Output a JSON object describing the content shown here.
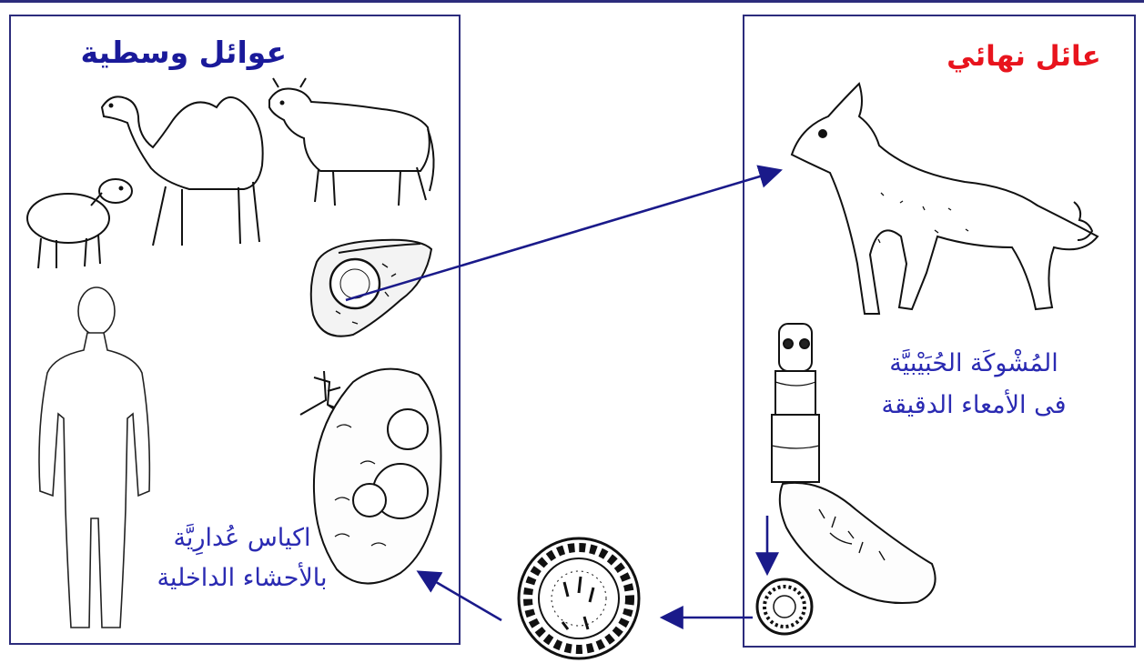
{
  "intermediate_hosts": {
    "title": "عوائل وسطية"
  },
  "definitive_host": {
    "title": "عائل نهائي"
  },
  "adult_worm": {
    "line1": "المُشْوكَة الحُبَيْبيَّة",
    "line2": "فى الأمعاء الدقيقة"
  },
  "hydatid_cyst": {
    "line1": "اكياس عُدارِيَّة",
    "line2": "بالأحشاء الداخلية"
  },
  "colors": {
    "border": "#2c2c7c",
    "arrow": "#1a1a8a",
    "intermediate_title": "#1a1a9a",
    "definitive_title": "#e8141d",
    "label_text": "#2a2ab2"
  }
}
